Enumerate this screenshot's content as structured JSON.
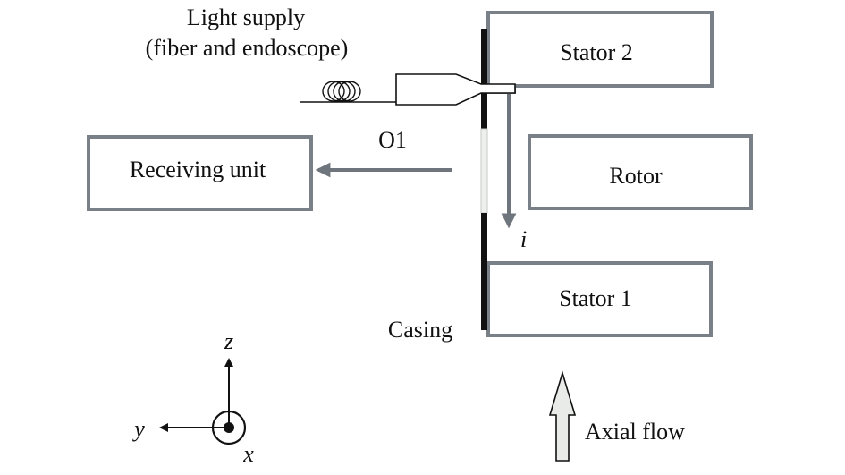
{
  "labels": {
    "light_supply_line1": "Light supply",
    "light_supply_line2": "(fiber and endoscope)",
    "stator2": "Stator 2",
    "rotor": "Rotor",
    "stator1": "Stator 1",
    "receiving_unit": "Receiving unit",
    "o1": "O1",
    "incident": "i",
    "casing": "Casing",
    "axial_flow": "Axial flow"
  },
  "axes": {
    "z": "z",
    "y": "y",
    "x": "x"
  },
  "colors": {
    "box_stroke": "#7a8088",
    "arrow_gray": "#6f757d",
    "casing_black": "#111111",
    "window_fill": "#eef0ee",
    "flow_arrow_fill": "#e8ebe8"
  }
}
